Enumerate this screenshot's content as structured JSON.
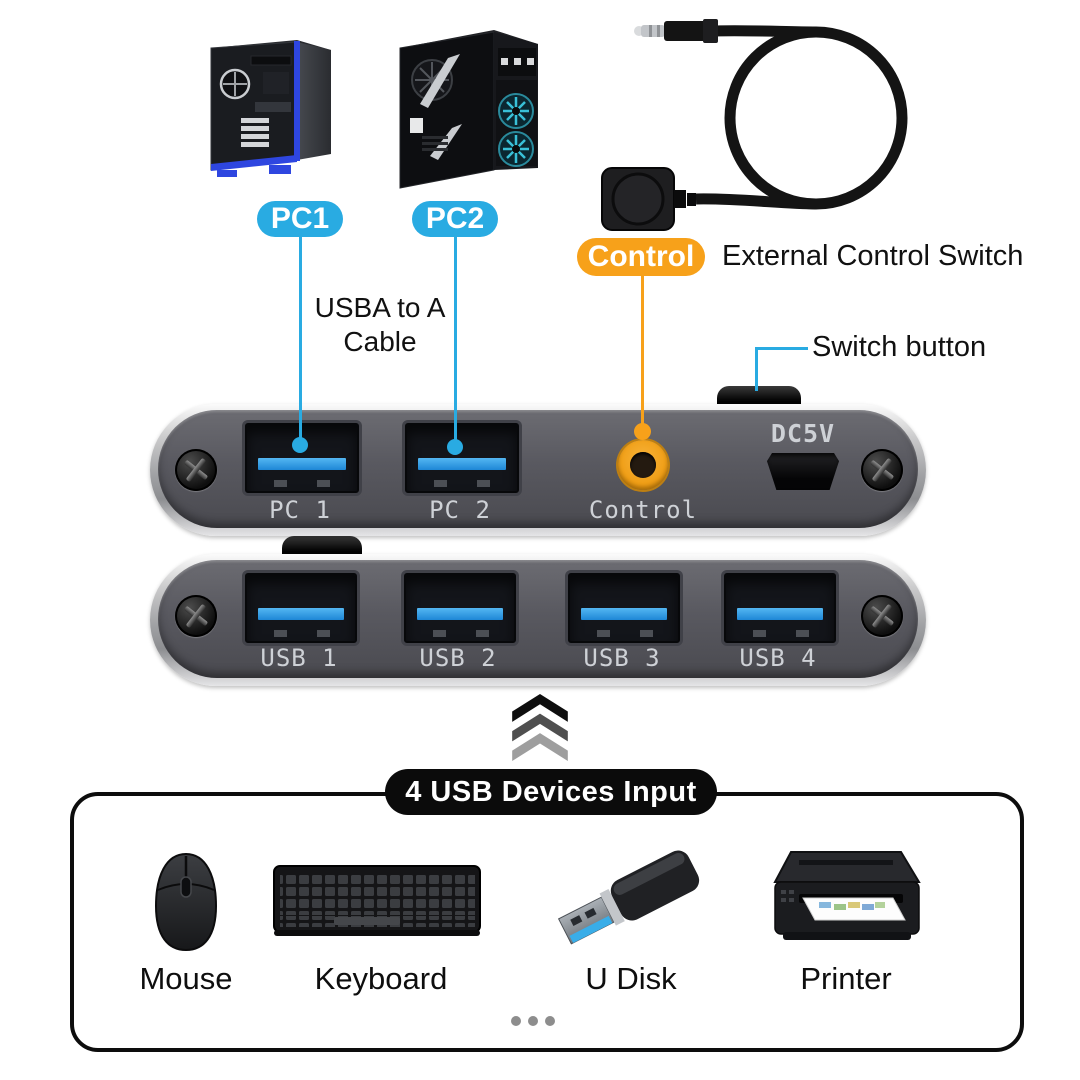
{
  "badges": {
    "pc1": "PC1",
    "pc2": "PC2",
    "control": "Control"
  },
  "annotations": {
    "usba_cable": "USBA to A\nCable",
    "external_control_switch": "External Control Switch",
    "switch_button": "Switch button"
  },
  "front_panel": {
    "port1": "PC 1",
    "port2": "PC 2",
    "control_jack": "Control",
    "power": "DC5V"
  },
  "back_panel": {
    "port1": "USB 1",
    "port2": "USB 2",
    "port3": "USB 3",
    "port4": "USB 4"
  },
  "input_box": {
    "title": "4 USB Devices Input",
    "devices": [
      "Mouse",
      "Keyboard",
      "U Disk",
      "Printer"
    ]
  },
  "colors": {
    "accent_blue": "#29ABE2",
    "accent_orange": "#F7A11A",
    "device_body": "#57575D",
    "pill_black": "#0B0B0B"
  }
}
